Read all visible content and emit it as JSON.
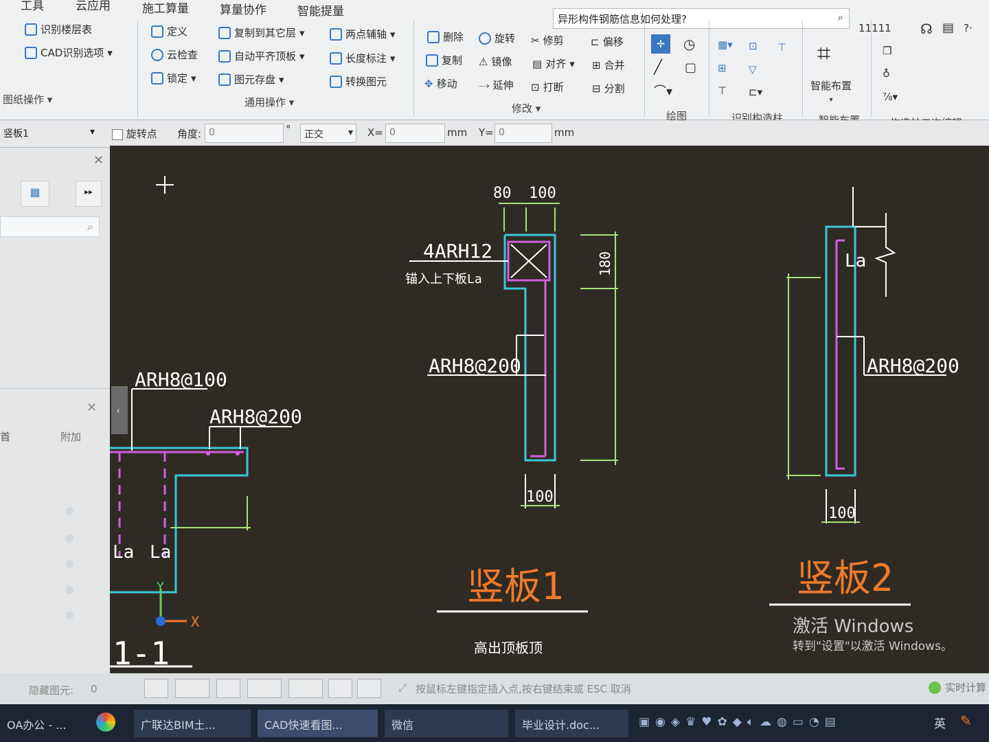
{
  "ribbon": {
    "tabs": [
      "工具",
      "云应用",
      "施工算量",
      "算量协作",
      "智能提量"
    ],
    "search_placeholder": "异形构件钢筋信息如何处理?",
    "user_name": "11111",
    "left_group": {
      "items": [
        "识别楼层表",
        "CAD识别选项"
      ],
      "group_label": "图纸操作"
    },
    "general_ops": {
      "items": [
        "定义",
        "云检查",
        "锁定",
        "复制到其它层",
        "自动平齐顶板",
        "图元存盘",
        "两点辅轴",
        "长度标注",
        "转换图元"
      ],
      "group_label": "通用操作"
    },
    "modify": {
      "items": [
        "删除",
        "旋转",
        "修剪",
        "偏移",
        "复制",
        "镜像",
        "对齐",
        "合并",
        "移动",
        "延伸",
        "打断",
        "分割"
      ],
      "group_label": "修改"
    },
    "draw_label": "绘图",
    "identify_label": "识别构造柱",
    "smart_layout": {
      "button": "智能布置",
      "group_label": "智能布置"
    },
    "secondary_edit_label": "构造柱二次编辑"
  },
  "toolbar2": {
    "layer_select": "竖板1",
    "rotate_point_label": "旋转点",
    "angle_label": "角度:",
    "angle_value": "0",
    "degree_symbol": "°",
    "ortho_select": "正交",
    "x_label": "X=",
    "x_value": "0",
    "y_label": "Y=",
    "y_value": "0",
    "unit": "mm"
  },
  "left_panel": {
    "extra_tab": "附加",
    "partial_label": "首"
  },
  "cad": {
    "section_label": "1-1",
    "rebar_left_1": "ARH8@100",
    "rebar_left_2": "ARH8@200",
    "la_1": "La",
    "la_2": "La",
    "rebar_top": "4ARH12",
    "rebar_top_note": "锚入上下板La",
    "dim_80": "80",
    "dim_100_top": "100",
    "dim_180": "180",
    "rebar_mid": "ARH8@200",
    "dim_100_a": "100",
    "panel1_title": "竖板1",
    "panel1_subtitle": "高出顶板顶",
    "la_right": "La",
    "rebar_right": "ARH8@200",
    "dim_100_b": "100",
    "panel2_title": "竖板2",
    "axis_x": "X",
    "axis_y": "Y",
    "watermark_1": "激活 Windows",
    "watermark_2": "转到\"设置\"以激活 Windows。"
  },
  "status": {
    "hidden_label": "隐藏图元:",
    "hidden_count": "0",
    "hint": "按鼠标左键指定插入点,按右键结束或 ESC 取消",
    "realtime": "实时计算"
  },
  "taskbar": {
    "items": [
      "OA办公 - ...",
      "广联达BIM土...",
      "CAD快速看图...",
      "微信",
      "毕业设计.doc..."
    ],
    "ime": "英"
  }
}
